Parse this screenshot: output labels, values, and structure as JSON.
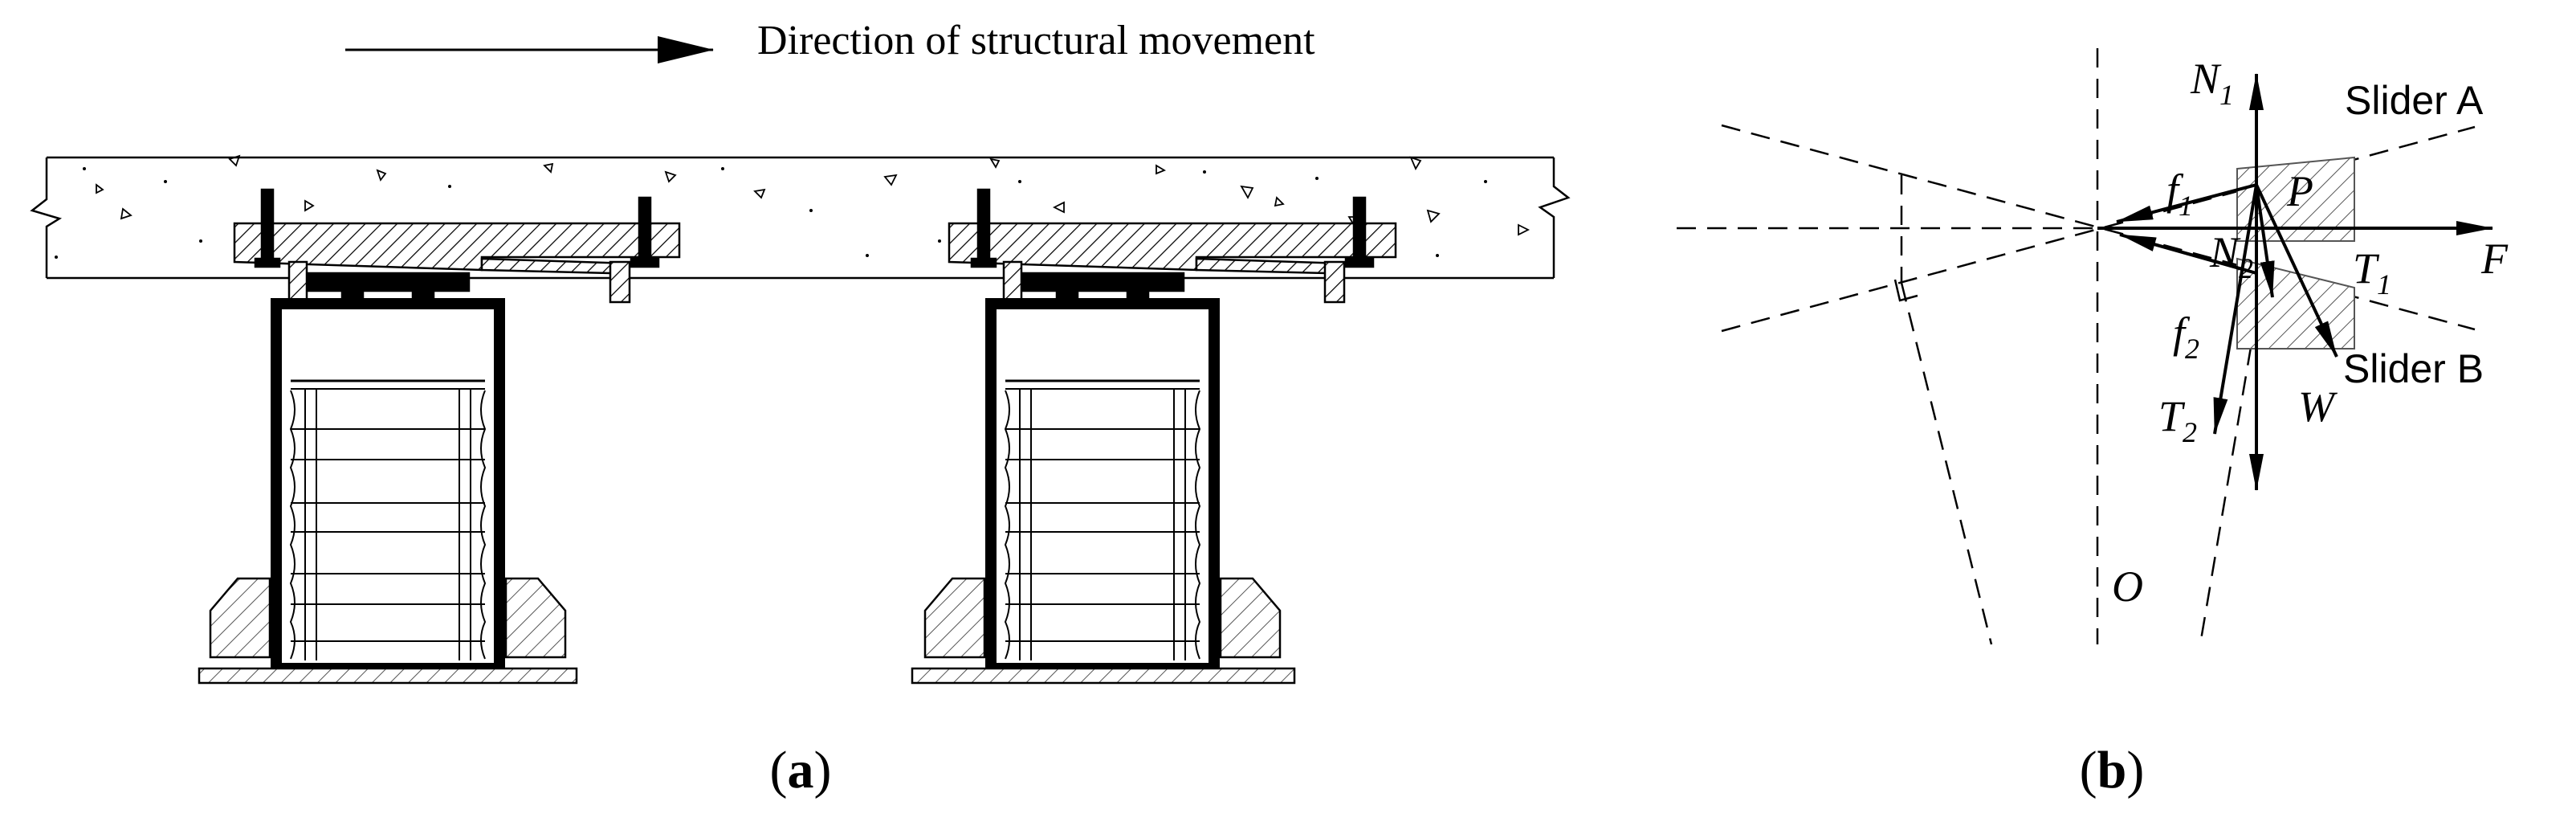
{
  "panel_a": {
    "direction_label": "Direction of structural movement",
    "caption_open": "(",
    "caption_letter": "a",
    "caption_close": ")"
  },
  "panel_b": {
    "labels": {
      "N": "N",
      "N1_sub": "1",
      "N2_sub": "2",
      "f": "f",
      "f1_sub": "1",
      "f2_sub": "2",
      "P": "P",
      "T": "T",
      "T1_sub": "1",
      "T2_sub": "2",
      "F": "F",
      "W": "W",
      "O": "O",
      "slider_a": "Slider A",
      "slider_b": "Slider B"
    },
    "caption_open": "(",
    "caption_letter": "b",
    "caption_close": ")"
  },
  "colors": {
    "ink": "#000000",
    "paper": "#ffffff",
    "hatch_fill": "#e6e6e6"
  }
}
